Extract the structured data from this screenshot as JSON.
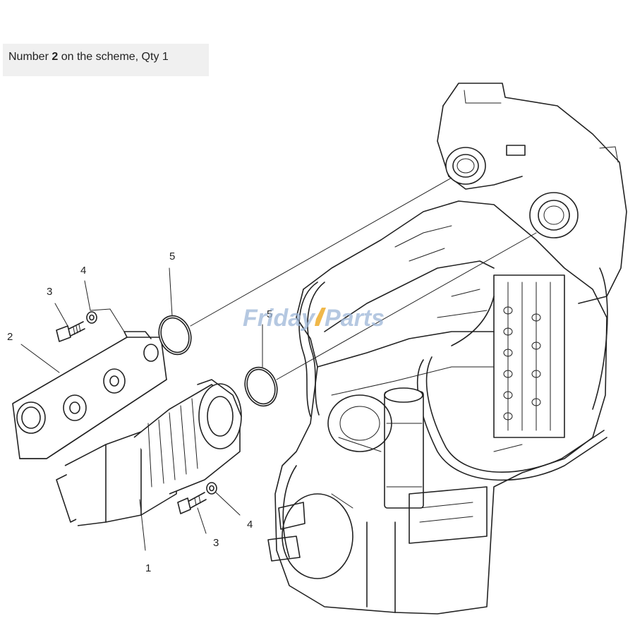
{
  "caption": {
    "prefix": "Number ",
    "number": "2",
    "suffix": " on the scheme, Qty 1"
  },
  "callouts": {
    "c1": "1",
    "c2": "2",
    "c3a": "3",
    "c3b": "3",
    "c4a": "4",
    "c4b": "4",
    "c5a": "5",
    "c5b": "5"
  },
  "watermark": {
    "text1": "Friday",
    "text2": "Parts",
    "colors": {
      "main": "#9db6d8",
      "accent": "#f0b84a"
    }
  }
}
